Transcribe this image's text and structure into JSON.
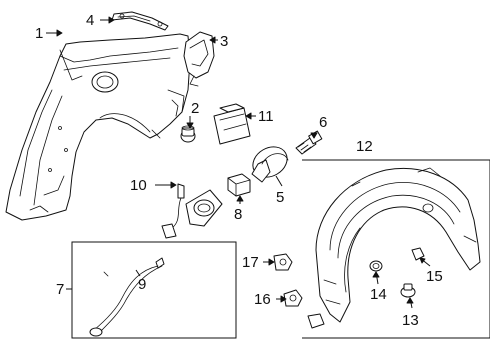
{
  "diagram": {
    "callouts": {
      "c1": "1",
      "c2": "2",
      "c3": "3",
      "c4": "4",
      "c5": "5",
      "c6": "6",
      "c7": "7",
      "c8": "8",
      "c9": "9",
      "c10": "10",
      "c11": "11",
      "c12": "12",
      "c13": "13",
      "c14": "14",
      "c15": "15",
      "c16": "16",
      "c17": "17"
    },
    "parts": [
      "quarter-panel",
      "grommet",
      "bracket",
      "brace",
      "fuel-door",
      "bolt",
      "filler-pipe-group",
      "clip",
      "tube",
      "sensor-wire",
      "cover",
      "wheelhouse-liner-group",
      "push-pin",
      "nut",
      "retainer",
      "fastener",
      "clip-retainer"
    ]
  }
}
